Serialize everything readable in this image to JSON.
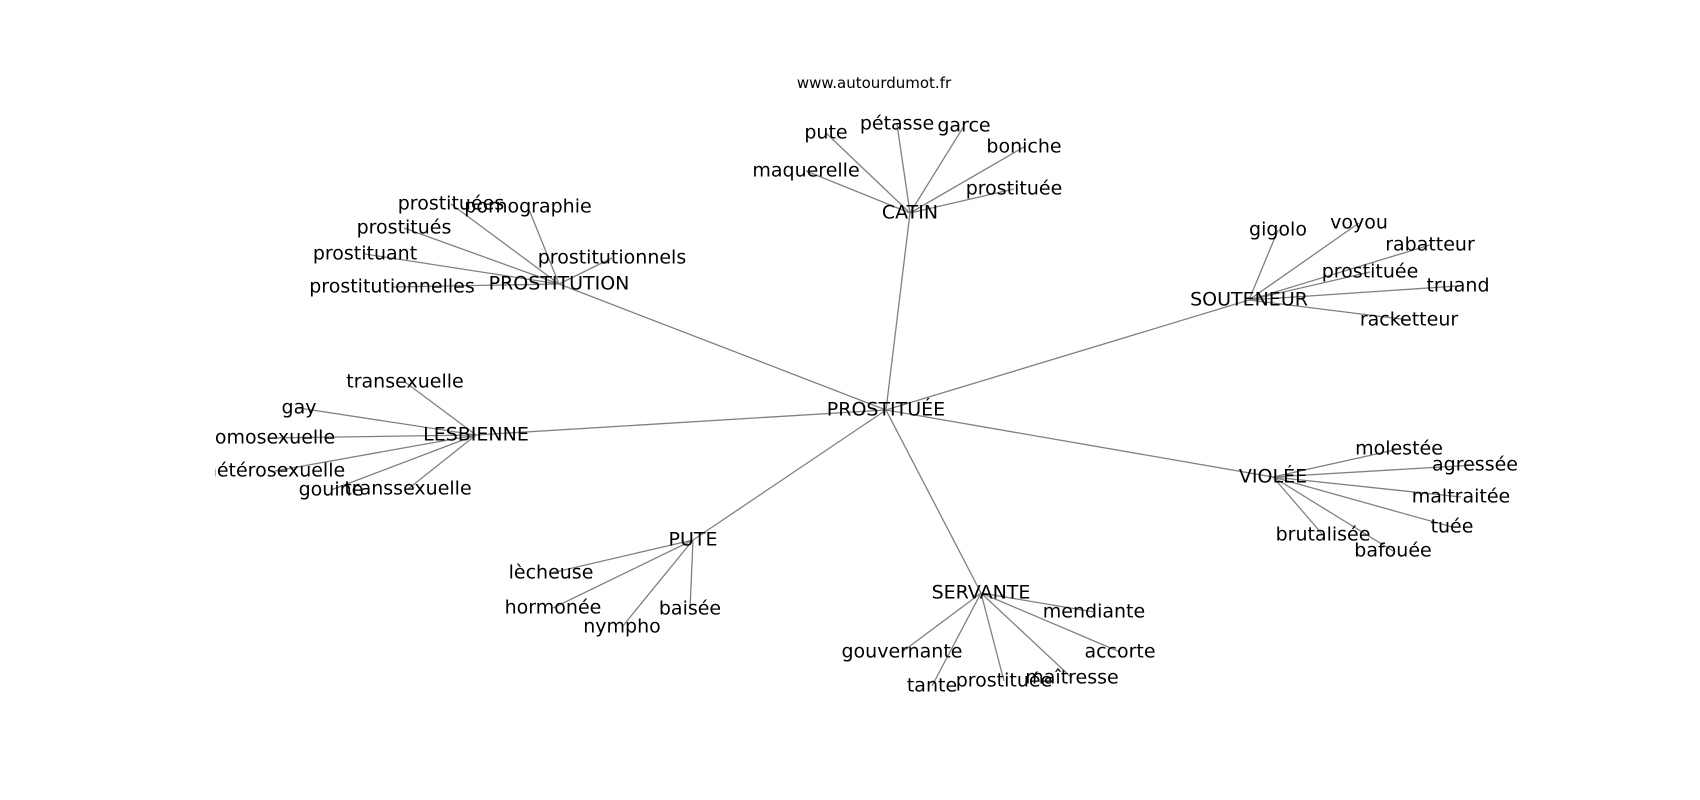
{
  "source": "www.autourdumot.fr",
  "colors": {
    "edge": "#808080",
    "text": "#000000",
    "background": "#ffffff"
  },
  "graph": {
    "center": "PROSTITUÉE",
    "hubs": [
      {
        "id": "catin",
        "label": "CATIN",
        "leaves": [
          "pute",
          "pétasse",
          "garce",
          "boniche",
          "maquerelle",
          "prostituée"
        ]
      },
      {
        "id": "prostitution",
        "label": "PROSTITUTION",
        "leaves": [
          "prostituées",
          "pornographie",
          "prostitués",
          "prostitutionnels",
          "prostituant",
          "prostitutionnelles"
        ]
      },
      {
        "id": "souteneur",
        "label": "SOUTENEUR",
        "leaves": [
          "gigolo",
          "voyou",
          "rabatteur",
          "prostituée",
          "truand",
          "racketteur"
        ]
      },
      {
        "id": "lesbienne",
        "label": "LESBIENNE",
        "leaves": [
          "transexuelle",
          "gay",
          "homosexuelle",
          "hétérosexuelle",
          "gouine",
          "transsexuelle"
        ]
      },
      {
        "id": "violee",
        "label": "VIOLÉE",
        "leaves": [
          "molestée",
          "agressée",
          "maltraitée",
          "tuée",
          "brutalisée",
          "bafouée"
        ]
      },
      {
        "id": "pute",
        "label": "PUTE",
        "leaves": [
          "lècheuse",
          "hormonée",
          "nympho",
          "baisée"
        ]
      },
      {
        "id": "servante",
        "label": "SERVANTE",
        "leaves": [
          "mendiante",
          "gouvernante",
          "accorte",
          "tante",
          "prostituée",
          "maîtresse"
        ]
      }
    ]
  }
}
